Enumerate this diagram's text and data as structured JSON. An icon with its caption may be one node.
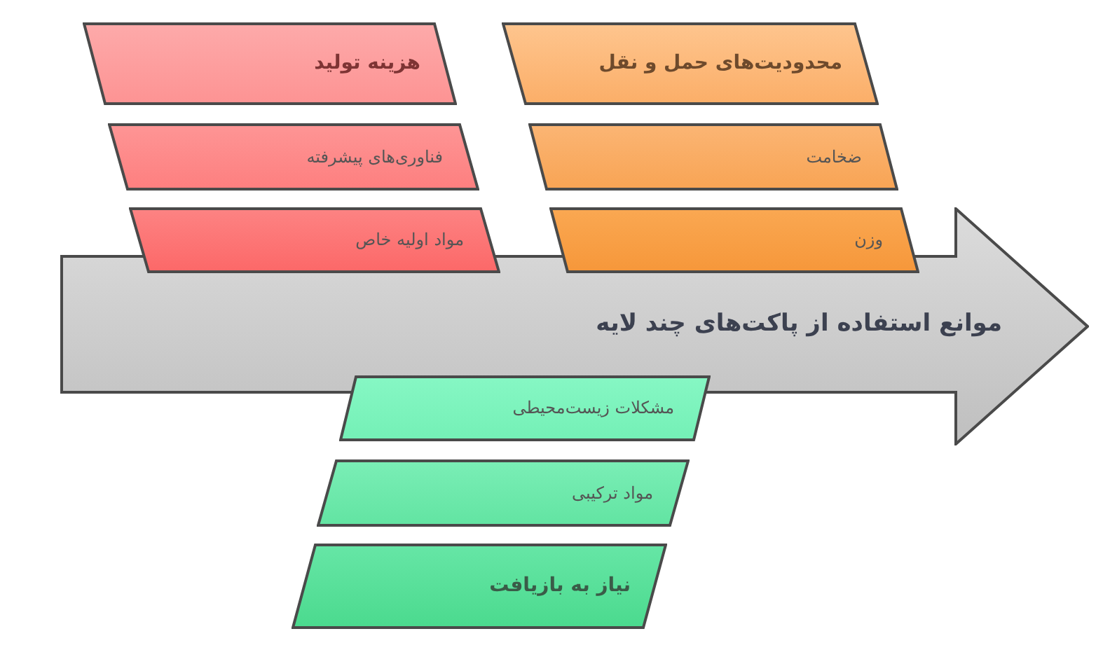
{
  "diagram": {
    "nodes": [
      {
        "text": [
          "محدودیت‌های حمل و نقل"
        ]
      },
      {
        "text": [
          "ضخامت"
        ]
      },
      {
        "text": [
          "وزن"
        ]
      },
      {
        "text": [
          "هزینه تولید"
        ]
      },
      {
        "text": [
          "فناوری‌های پیشرفته"
        ]
      },
      {
        "text": [
          "مواد اولیه خاص"
        ]
      },
      {
        "text": [
          "موانع استفاده از پاکت‌های چند لایه"
        ]
      },
      {
        "text": [
          "مشکلات زیست‌محیطی"
        ]
      },
      {
        "text": [
          "مواد ترکیبی"
        ]
      },
      {
        "text": [
          "نیاز به بازیافت"
        ]
      }
    ]
  }
}
